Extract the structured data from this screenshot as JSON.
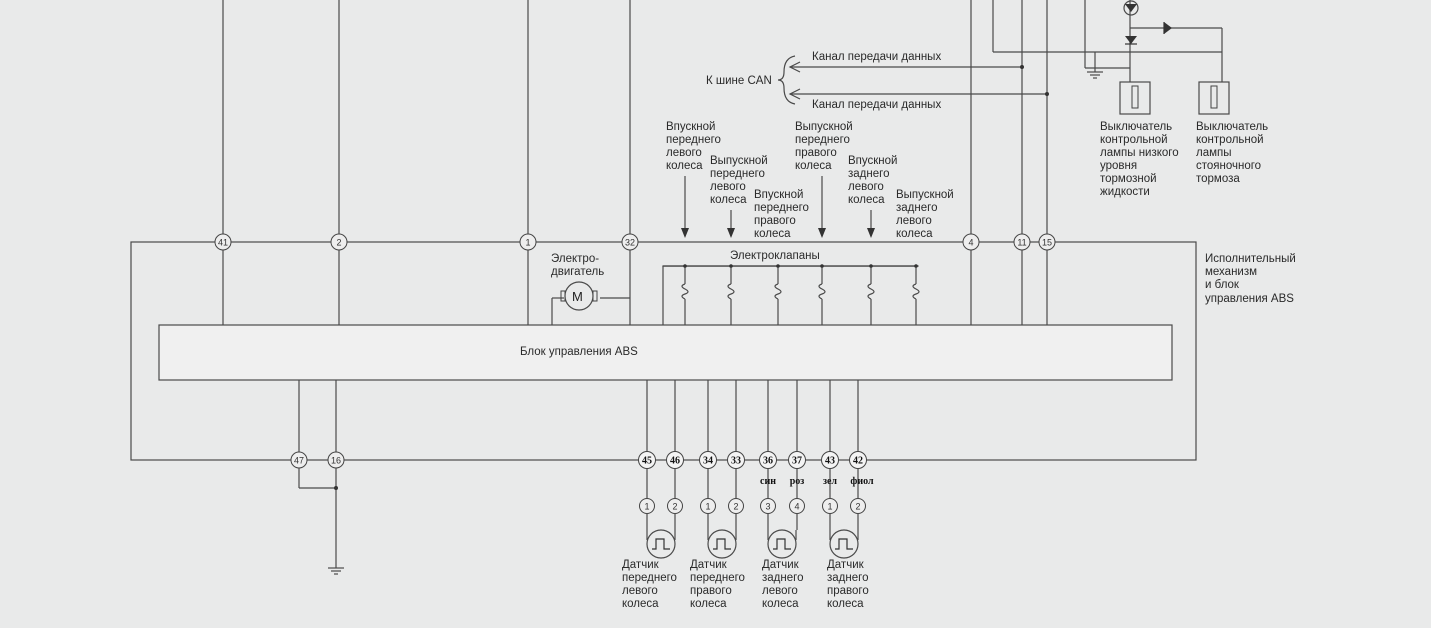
{
  "labels": {
    "can_bus": "К шине CAN",
    "data_channel_1": "Канал передачи данных",
    "data_channel_2": "Канал передачи данных",
    "inlet_front_left": [
      "Впускной",
      "переднего",
      "левого",
      "колеса"
    ],
    "outlet_front_left": [
      "Выпускной",
      "переднего",
      "левого",
      "колеса"
    ],
    "inlet_front_right": [
      "Впускной",
      "переднего",
      "правого",
      "колеса"
    ],
    "outlet_front_right": [
      "Выпускной",
      "переднего",
      "правого",
      "колеса"
    ],
    "inlet_rear_left": [
      "Впускной",
      "заднего",
      "левого",
      "колеса"
    ],
    "outlet_rear_left": [
      "Выпускной",
      "заднего",
      "левого",
      "колеса"
    ],
    "electric_motor": [
      "Электро-",
      "двигатель"
    ],
    "motor_symbol": "M",
    "solenoids": "Электроклапаны",
    "actuator_unit": [
      "Исполнительный",
      "механизм",
      "и блок",
      "управления ABS"
    ],
    "abs_control_block": "Блок управления ABS",
    "brake_fluid_switch": [
      "Выключатель",
      "контрольной",
      "лампы низкого",
      "уровня",
      "тормозной",
      "жидкости"
    ],
    "parking_brake_switch": [
      "Выключатель",
      "контрольной",
      "лампы",
      "стояночного",
      "тормоза"
    ],
    "sensor_front_left": [
      "Датчик",
      "переднего",
      "левого",
      "колеса"
    ],
    "sensor_front_right": [
      "Датчик",
      "переднего",
      "правого",
      "колеса"
    ],
    "sensor_rear_left": [
      "Датчик",
      "заднего",
      "левого",
      "колеса"
    ],
    "sensor_rear_right": [
      "Датчик",
      "заднего",
      "правого",
      "колеса"
    ]
  },
  "top_pins": [
    "41",
    "2",
    "1",
    "32",
    "4",
    "11",
    "15"
  ],
  "bottom_pins_left": [
    "47",
    "16"
  ],
  "sensor_pins": [
    "45",
    "46",
    "34",
    "33",
    "36",
    "37",
    "43",
    "42"
  ],
  "wire_colors": [
    "син",
    "роз",
    "зел",
    "фиол"
  ],
  "connector_pins": [
    "1",
    "2",
    "1",
    "2",
    "3",
    "4",
    "1",
    "2"
  ]
}
